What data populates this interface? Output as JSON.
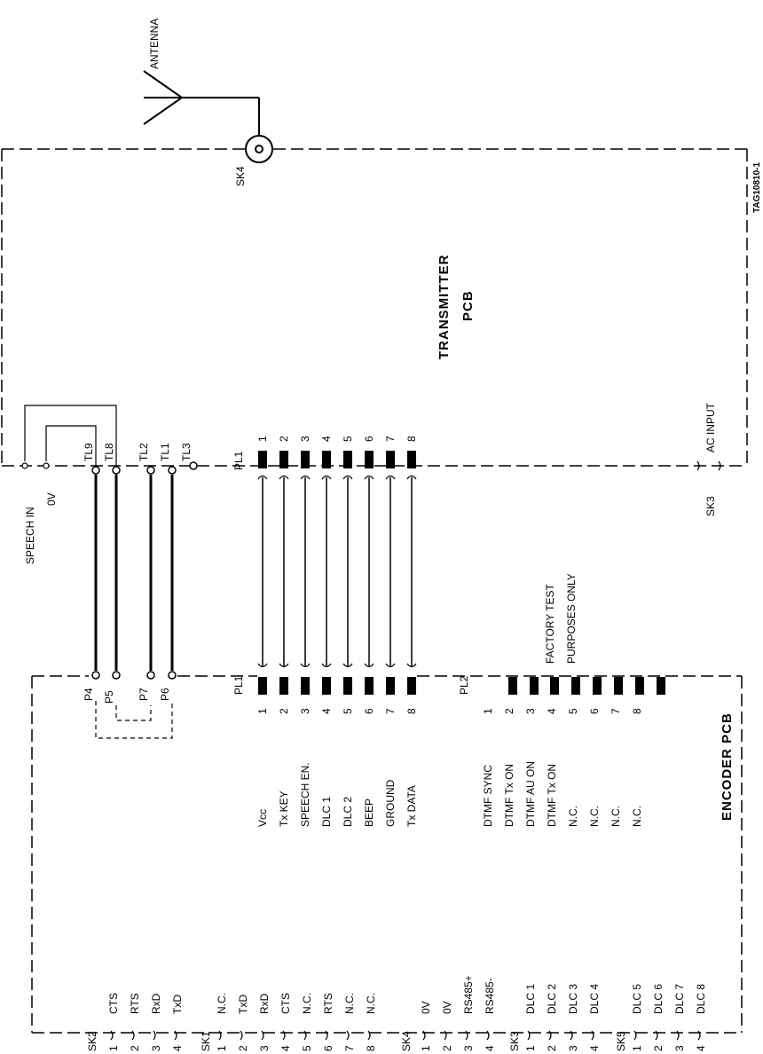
{
  "antenna": "ANTENNA",
  "tag_code": "TAG10810-1",
  "transmitter": {
    "line1": "TRANSMITTER",
    "line2": "PCB",
    "sk4": "SK4",
    "sk3": "SK3",
    "ac_input": "AC INPUT",
    "speech_in": "SPEECH IN",
    "zero_v": "0V",
    "tl_labels": [
      "TL9",
      "TL8",
      "TL2",
      "TL1",
      "TL3"
    ],
    "pl1": "PL1",
    "pl1_pins": [
      "1",
      "2",
      "3",
      "4",
      "5",
      "6",
      "7",
      "8"
    ]
  },
  "encoder": {
    "title": "ENCODER PCB",
    "p_labels": [
      "P4",
      "P5",
      "P7",
      "P6"
    ],
    "pl1": "PL1",
    "pl1_pins": [
      "1",
      "2",
      "3",
      "4",
      "5",
      "6",
      "7",
      "8"
    ],
    "pl1_signals": [
      "Vcc",
      "Tx KEY",
      "SPEECH EN.",
      "DLC 1",
      "DLC 2",
      "BEEP",
      "GROUND",
      "Tx DATA"
    ],
    "pl2": "PL2",
    "pl2_pins": [
      "1",
      "2",
      "3",
      "4",
      "5",
      "6",
      "7",
      "8"
    ],
    "pl2_signals": [
      "DTMF SYNC",
      "DTMF Tx ON",
      "DTMF AU ON",
      "DTMF Tx ON",
      "N.C.",
      "N.C.",
      "N.C.",
      "N.C."
    ],
    "factory_test_1": "FACTORY TEST",
    "factory_test_2": "PURPOSES ONLY",
    "sockets": [
      {
        "name": "SK2",
        "pins": [
          "1",
          "2",
          "3",
          "4"
        ],
        "signals": [
          "CTS",
          "RTS",
          "RxD",
          "TxD"
        ]
      },
      {
        "name": "SK1",
        "pins": [
          "1",
          "2",
          "3",
          "4",
          "5",
          "6",
          "7",
          "8"
        ],
        "signals": [
          "N.C.",
          "TxD",
          "RxD",
          "CTS",
          "N.C.",
          "RTS",
          "N.C.",
          "N.C."
        ]
      },
      {
        "name": "SK4",
        "pins": [
          "1",
          "2",
          "3",
          "4"
        ],
        "signals": [
          "0V",
          "0V",
          "RS485+",
          "RS485-"
        ]
      },
      {
        "name": "SK3",
        "pins": [
          "1",
          "2",
          "3",
          "4"
        ],
        "signals": [
          "DLC 1",
          "DLC 2",
          "DLC 3",
          "DLC 4"
        ]
      },
      {
        "name": "SK5",
        "pins": [
          "1",
          "2",
          "3",
          "4"
        ],
        "signals": [
          "DLC 5",
          "DLC 6",
          "DLC 7",
          "DLC 8"
        ]
      }
    ]
  }
}
